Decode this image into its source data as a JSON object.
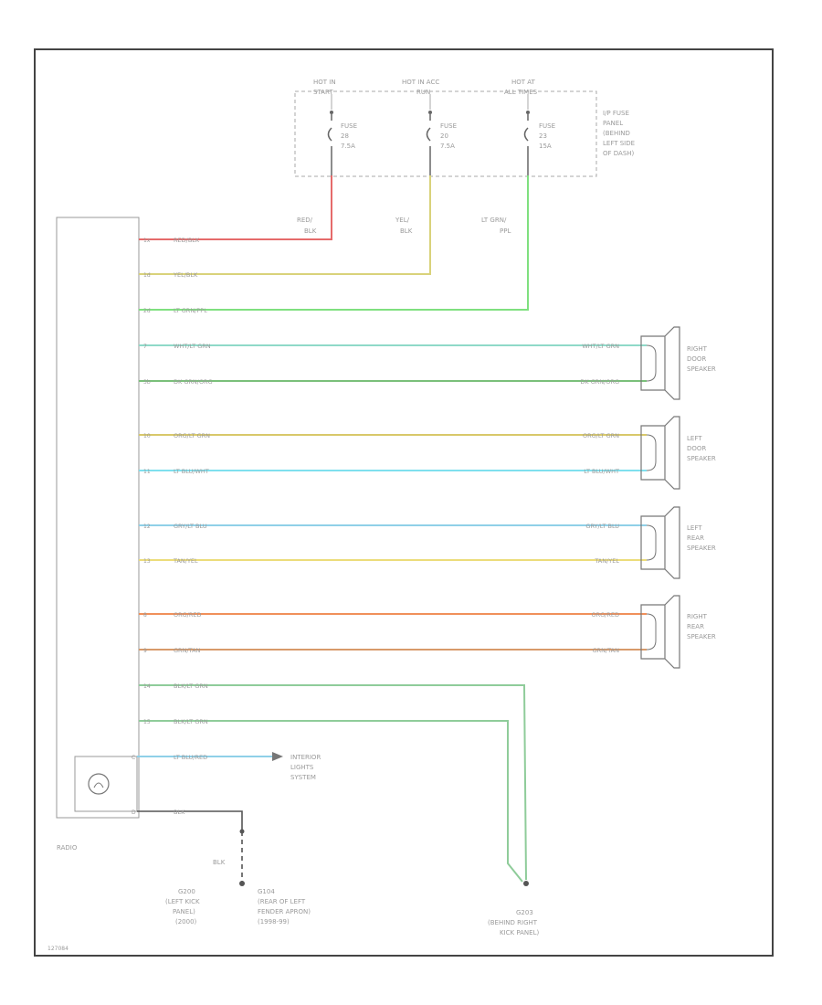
{
  "colors": {
    "frame": "#444444",
    "fuse_box": "#aaaaaa",
    "text": "#9a9a9a",
    "wire_red": "#e56a6a",
    "wire_yellow": "#d9d27a",
    "wire_green": "#7fe07f",
    "wire_teal": "#8fd9c8",
    "wire_darkgreen": "#7ac07a",
    "wire_orange": "#d8c86a",
    "wire_cyan": "#7fe0ee",
    "wire_skyblue": "#8fd0e8",
    "wire_gold": "#ecdc7a",
    "wire_salmon": "#f0905a",
    "wire_brown": "#d89a6a",
    "wire_bluegreen": "#8fcc9a",
    "wire_black": "#555555"
  },
  "fuses": [
    {
      "hot_l1": "HOT IN",
      "hot_l2": "START",
      "name": "FUSE",
      "num": "28",
      "amp": "7.5A"
    },
    {
      "hot_l1": "HOT IN ACC",
      "hot_l2": "RUN",
      "name": "FUSE",
      "num": "20",
      "amp": "7.5A"
    },
    {
      "hot_l1": "HOT AT",
      "hot_l2": "ALL TIMES",
      "name": "FUSE",
      "num": "23",
      "amp": "15A"
    }
  ],
  "fuse_panel_label": [
    "I/P FUSE",
    "PANEL",
    "(BEHIND",
    "LEFT SIDE",
    "OF DASH)"
  ],
  "feed_labels": [
    [
      "RED/",
      "BLK"
    ],
    [
      "YEL/",
      "BLK"
    ],
    [
      "LT GRN/",
      "PPL"
    ]
  ],
  "radio": {
    "label": "RADIO",
    "wires": [
      {
        "pin": "1x",
        "label": "RED/BLK"
      },
      {
        "pin": "1d",
        "label": "YEL/BLK"
      },
      {
        "pin": "2d",
        "label": "LT GRN/PPL"
      },
      {
        "pin": "7",
        "label": "WHT/LT GRN"
      },
      {
        "pin": "3b",
        "label": "DK GRN/ORG"
      },
      {
        "pin": "10",
        "label": "ORG/LT GRN"
      },
      {
        "pin": "11",
        "label": "LT BLU/WHT"
      },
      {
        "pin": "12",
        "label": "GRY/LT BLU"
      },
      {
        "pin": "13",
        "label": "TAN/YEL"
      },
      {
        "pin": "8",
        "label": "ORG/RED"
      },
      {
        "pin": "9",
        "label": "GRN/TAN"
      },
      {
        "pin": "14",
        "label": "BLK/LT GRN"
      },
      {
        "pin": "15",
        "label": "BLK/LT GRN"
      },
      {
        "pin": "C",
        "label": "LT BLU/RED"
      },
      {
        "pin": "D",
        "label": "BLK"
      }
    ]
  },
  "speakers": [
    {
      "l1": "RIGHT",
      "l2": "DOOR",
      "l3": "SPEAKER",
      "wire1": "WHT/LT GRN",
      "wire2": "DK GRN/ORG"
    },
    {
      "l1": "LEFT",
      "l2": "DOOR",
      "l3": "SPEAKER",
      "wire1": "ORG/LT GRN",
      "wire2": "LT BLU/WHT"
    },
    {
      "l1": "LEFT",
      "l2": "REAR",
      "l3": "SPEAKER",
      "wire1": "GRY/LT BLU",
      "wire2": "TAN/YEL"
    },
    {
      "l1": "RIGHT",
      "l2": "REAR",
      "l3": "SPEAKER",
      "wire1": "ORG/RED",
      "wire2": "GRN/TAN"
    }
  ],
  "interior_lights": [
    "INTERIOR",
    "LIGHTS",
    "SYSTEM"
  ],
  "ground_wire_label": "BLK",
  "grounds": [
    {
      "lines": [
        "G200",
        "(LEFT KICK",
        "PANEL)",
        "(2000)"
      ]
    },
    {
      "lines": [
        "G104",
        "(REAR OF LEFT",
        "FENDER APRON)",
        "(1998-99)"
      ]
    },
    {
      "lines": [
        "G203",
        "(BEHIND RIGHT",
        "KICK PANEL)"
      ]
    }
  ],
  "footer_code": "127084"
}
